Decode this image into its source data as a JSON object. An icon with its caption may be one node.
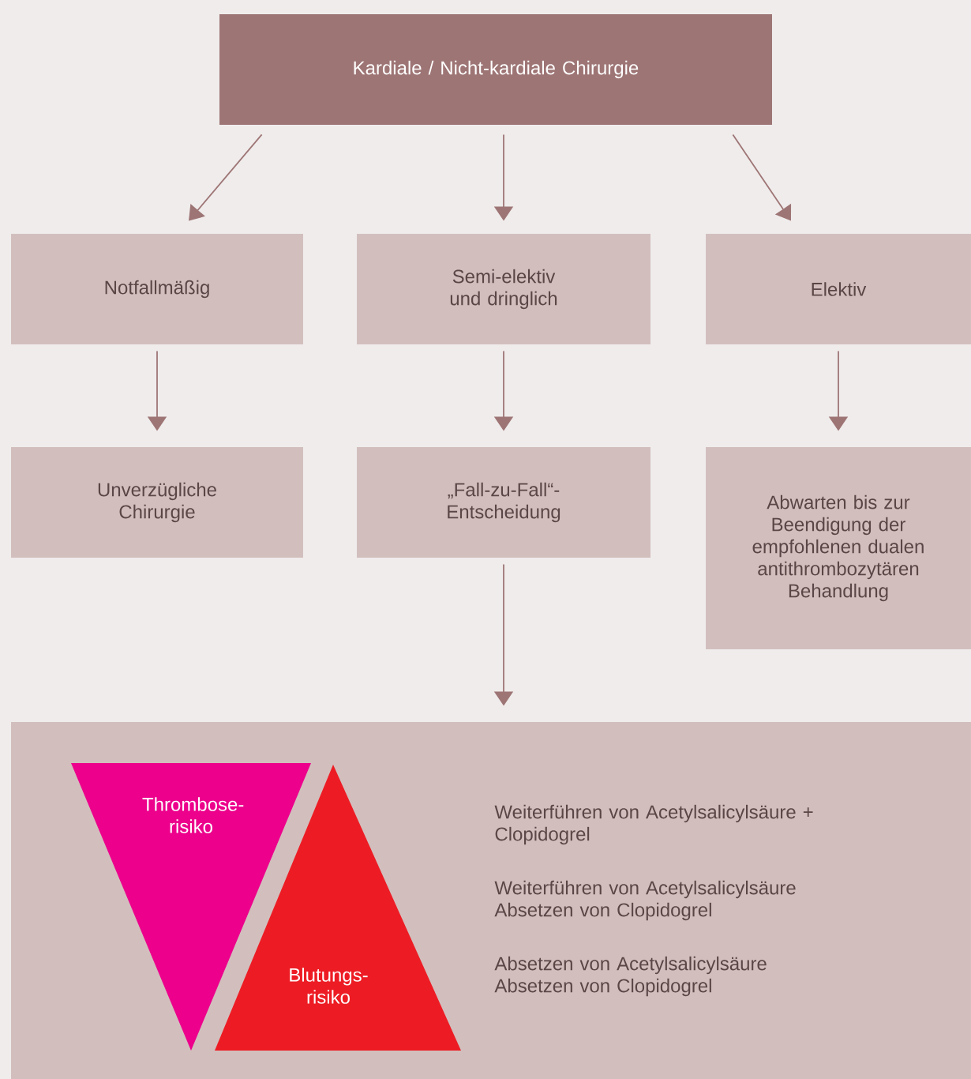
{
  "diagram": {
    "nodes": [
      {
        "text": [
          "Kardiale / Nicht-kardiale Chirurgie"
        ]
      },
      {
        "text": [
          "Notfallmäßig"
        ]
      },
      {
        "text": [
          "Semi-elektiv und dringlich"
        ]
      },
      {
        "text": [
          "Elektiv"
        ]
      },
      {
        "text": [
          "Unverzügliche Chirurgie"
        ]
      },
      {
        "text": [
          "„Fall-zu-Fall“-Entscheidung"
        ]
      },
      {
        "text": [
          "Abwarten bis zur Beendigung der empfohlenen dualen antithrombozytären Behandlung"
        ]
      },
      {
        "text": [],
        "shape": "box"
      },
      {
        "text": [
          "Thrombose-risiko"
        ],
        "in": 7
      },
      {
        "text": [
          "Blutungs-risiko"
        ],
        "in": 7
      }
    ],
    "edges": [
      {
        "from": 0,
        "to": 1,
        "arrow": "to"
      },
      {
        "from": 0,
        "to": 2,
        "arrow": "to"
      },
      {
        "from": 0,
        "to": 3,
        "arrow": "to"
      },
      {
        "from": 1,
        "to": 4,
        "arrow": "to"
      },
      {
        "from": 2,
        "to": 5,
        "arrow": "to"
      },
      {
        "from": 3,
        "to": 6,
        "arrow": "to"
      },
      {
        "from": 5,
        "to": 7,
        "arrow": "to"
      }
    ],
    "labels": [
      "Weiterführen von Acetylsalicylsäure + Clopidogrel",
      "Weiterführen von Acetylsalicylsäure Absetzen von Clopidogrel",
      "Absetzen von Acetylsalicylsäure Absetzen von Clopidogrel"
    ]
  }
}
